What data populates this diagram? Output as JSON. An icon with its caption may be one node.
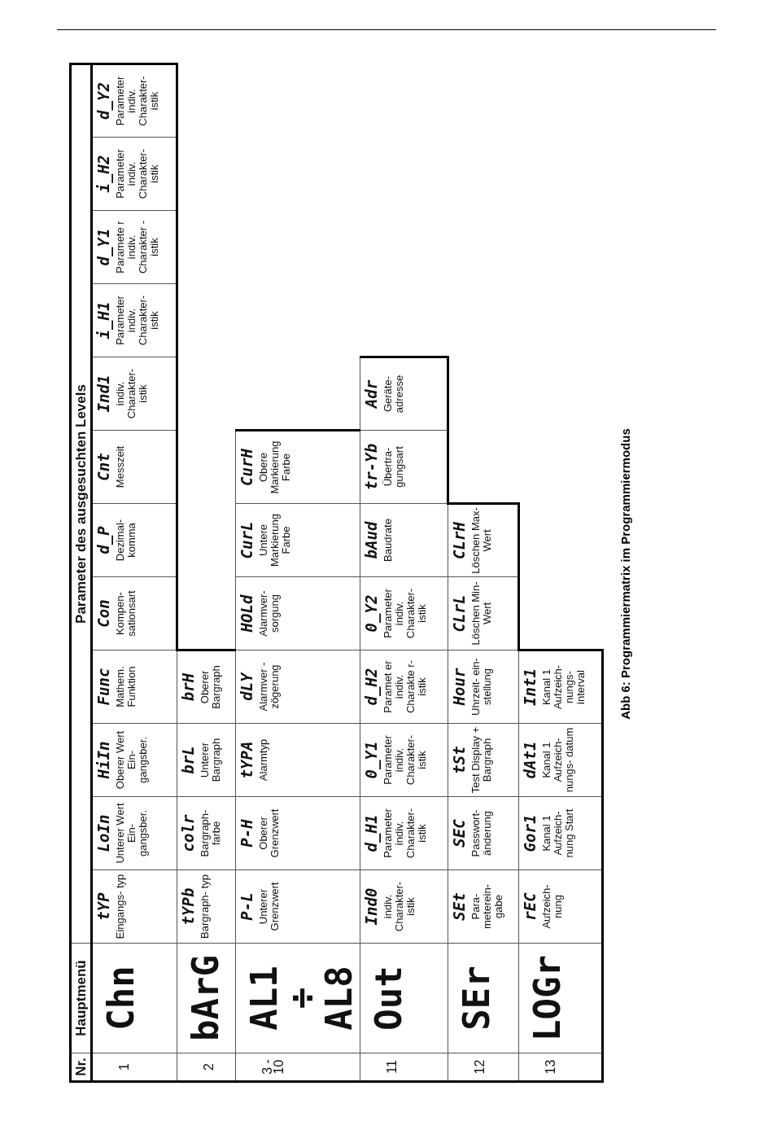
{
  "diagram": {
    "caption": "Abb 6: Programmiermatrix im Programmiermodus",
    "labels": [
      "Nr.",
      "Hauptmenü",
      "Parameter des ausgesuchten Levels",
      "1",
      "Chn",
      "tYP",
      "Eingangs- typ",
      "LoIn",
      "Unterer Wert Ein- gangsber.",
      "HiIn",
      "Oberer Wert Ein- gangsber.",
      "Func",
      "Mathem. Funktion",
      "Con",
      "Kompen- sationsart",
      "d_P",
      "Dezimal- komma",
      "Cnt",
      "Messzeit",
      "Ind1",
      "indiv. Charakter- istik",
      "i_H1",
      "Parameter indiv. Charakter- istik",
      "d_Y1",
      "Paramete r indiv. Charakter -istik",
      "i_H2",
      "Parameter indiv. Charakter- istik",
      "d_Y2",
      "Parameter indiv. Charakter- istik",
      "2",
      "bArG",
      "tYPb",
      "Bargraph- typ",
      "colr",
      "Bargraph- farbe",
      "brL",
      "Unterer Bargraph",
      "brH",
      "Oberer Bargraph",
      "3 - 10",
      "AL1 ÷ AL8",
      "P-L",
      "Unterer Grenzwert",
      "P-H",
      "Oberer Grenzwert",
      "tYPA",
      "Alarmtyp",
      "dLY",
      "Alarmver - zögerung",
      "HOLd",
      "Alarmver- sorgung",
      "CurL",
      "Untere Markierung Farbe",
      "CurH",
      "Obere Markierung Farbe",
      "11",
      "Out",
      "Ind0",
      "indiv. Charakter- istik",
      "d_H1",
      "Parameter indiv. Charakter- istik",
      "0_Y1",
      "Parameter indiv. Charakter- istik",
      "d_H2",
      "Paramet er indiv. Charakte r-istik",
      "0_Y2",
      "Parameter indiv. Charakter- istik",
      "bAud",
      "Baudrate",
      "tr-Yb",
      "Übertra- gungsart",
      "Adr",
      "Geräte- adresse",
      "12",
      "SEr",
      "SEt",
      "Para- meterein- gabe",
      "SEC",
      "Passwort- änderung",
      "tSt",
      "Test Display + Bargraph",
      "Hour",
      "Uhrzeit- ein- stellung",
      "CLrL",
      "Löschen Min-Wert",
      "CLrH",
      "Löschen Max-Wert",
      "13",
      "LOGr",
      "rEC",
      "Aufzeich- nung",
      "Gor1",
      "Kanal 1 Aufzeich- nung Start",
      "dAt1",
      "Kanal 1 Aufzeich- nungs- datum",
      "Int1",
      "Kanal 1 Aufzeich- nungs- interval"
    ]
  }
}
